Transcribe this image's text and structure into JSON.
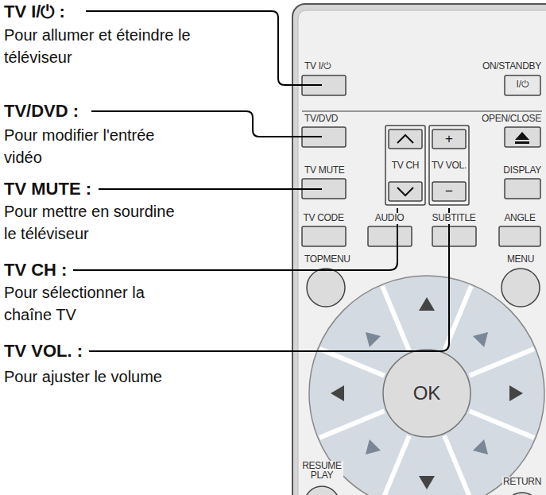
{
  "diagram": {
    "labels": [
      "TV I/⏻ :",
      "Pour allumer et éteindre le téléviseur",
      "TV/DVD :",
      "Pour modifier l'entrée vidéo",
      "TV MUTE :",
      "Pour mettre en sourdine le téléviseur",
      "TV CH :",
      "Pour sélectionner la chaîne TV",
      "TV VOL. :",
      "Pour ajuster le volume",
      "TV I/⏻",
      "ON/STANDBY",
      "I/⏻",
      "TV/DVD",
      "OPEN/CLOSE",
      "TV MUTE",
      "TV CH",
      "TV VOL.",
      "+",
      "−",
      "DISPLAY",
      "TV CODE",
      "AUDIO",
      "SUBTITLE",
      "ANGLE",
      "TOPMENU",
      "MENU",
      "OK",
      "RESUME PLAY",
      "RETURN"
    ]
  }
}
